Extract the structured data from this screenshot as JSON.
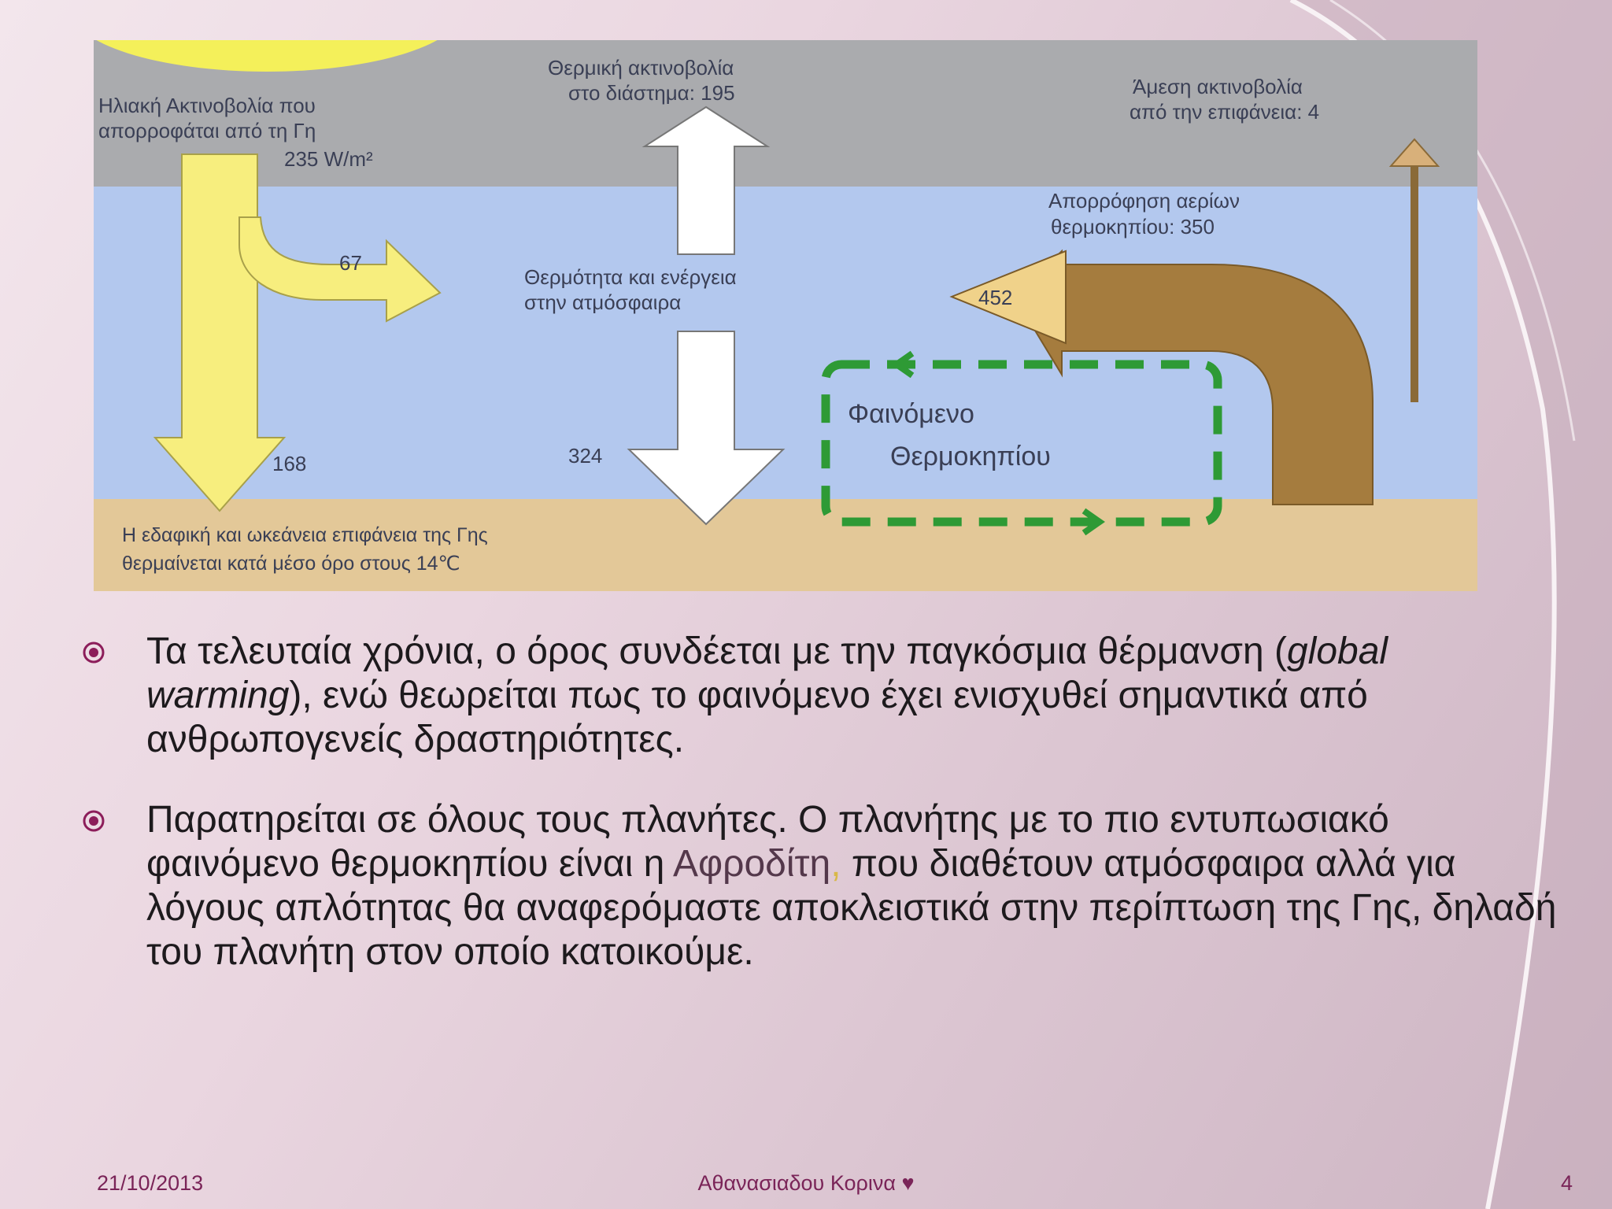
{
  "diagram": {
    "solar_label": [
      "Ηλιακή Ακτινοβολία που",
      "απορροφάται από τη Γη",
      "235 W/m²"
    ],
    "thermal_space_label": [
      "Θερμική ακτινοβολία",
      "στο διάστημα: 195"
    ],
    "direct_label": [
      "Άμεση ακτινοβολία",
      "από την επιφάνεια: 4"
    ],
    "gas_absorption_label": [
      "Απορρόφηση αερίων",
      "θερμοκηπίου: 350"
    ],
    "atmosphere_label": [
      "Θερμότητα και ενέργεια",
      "στην ατμόσφαιρα"
    ],
    "value_67": "67",
    "value_168": "168",
    "value_324": "324",
    "value_452": "452",
    "greenhouse_label": [
      "Φαινόμενο",
      "Θερμοκηπίου"
    ],
    "surface_label": [
      "Η εδαφική και ωκεάνεια επιφάνεια της Γης",
      "θερμαίνεται κατά μέσο όρο στους 14℃"
    ],
    "colors": {
      "space": "#aaabae",
      "atmosphere": "#b3c8ee",
      "ground": "#e3c898",
      "sun": "#f4f05a",
      "solar_arrow": "#f7ee7e",
      "earth_arrow": "#a57c3e",
      "loop": "#2e9a35"
    }
  },
  "bullets": {
    "b1": {
      "text_before": " Τα τελευταία χρόνια, ο όρος συνδέεται με την παγκόσμια θέρμανση (",
      "italic": "global warming",
      "text_after": "), ενώ θεωρείται πως το φαινόμενο έχει ενισχυθεί σημαντικά από ανθρωπογενείς δραστηριότητες."
    },
    "b2": {
      "text_before": "Παρατηρείται σε όλους τους πλανήτες. Ο πλανήτης με το πιο εντυπωσιακό φαινόμενο θερμοκηπίου είναι η ",
      "link": "Αφροδίτη",
      "comma": ",",
      "text_after": " που διαθέτουν ατμόσφαιρα αλλά για λόγους απλότητας θα αναφερόμαστε αποκλειστικά στην περίπτωση της Γης, δηλαδή του πλανήτη στον οποίο κατοικούμε."
    }
  },
  "footer": {
    "date": "21/10/2013",
    "author": "Αθανασιαδου Κορινα ♥",
    "page": "4"
  }
}
